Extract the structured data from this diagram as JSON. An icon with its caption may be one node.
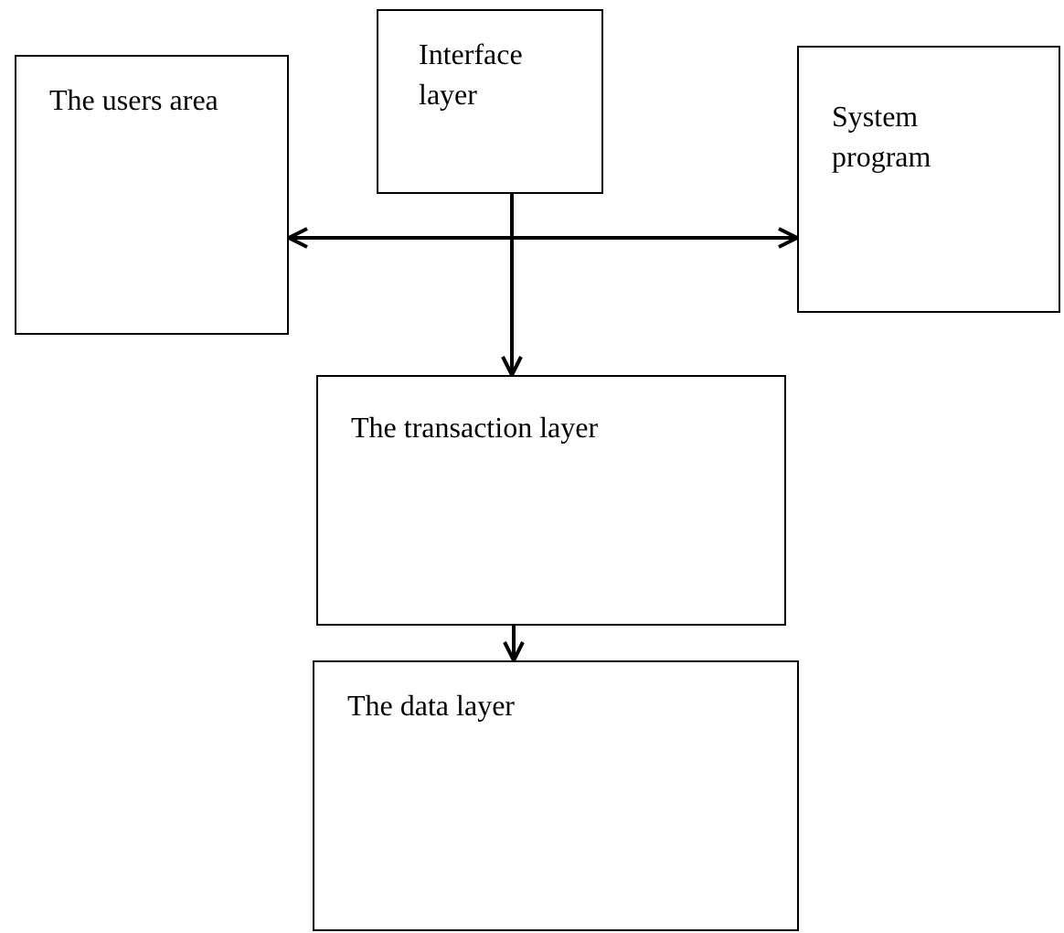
{
  "diagram": {
    "nodes": [
      {
        "text": [
          "The users area"
        ]
      },
      {
        "text": [
          "Interface layer"
        ]
      },
      {
        "text": [
          "System program"
        ]
      },
      {
        "text": [
          "The transaction layer"
        ]
      },
      {
        "text": [
          "The data layer"
        ]
      }
    ],
    "edges": [
      {
        "from": 0,
        "to": 2,
        "arrow": "both"
      },
      {
        "from": 1,
        "to": 3,
        "arrow": "to"
      },
      {
        "from": 3,
        "to": 4,
        "arrow": "to"
      }
    ]
  }
}
